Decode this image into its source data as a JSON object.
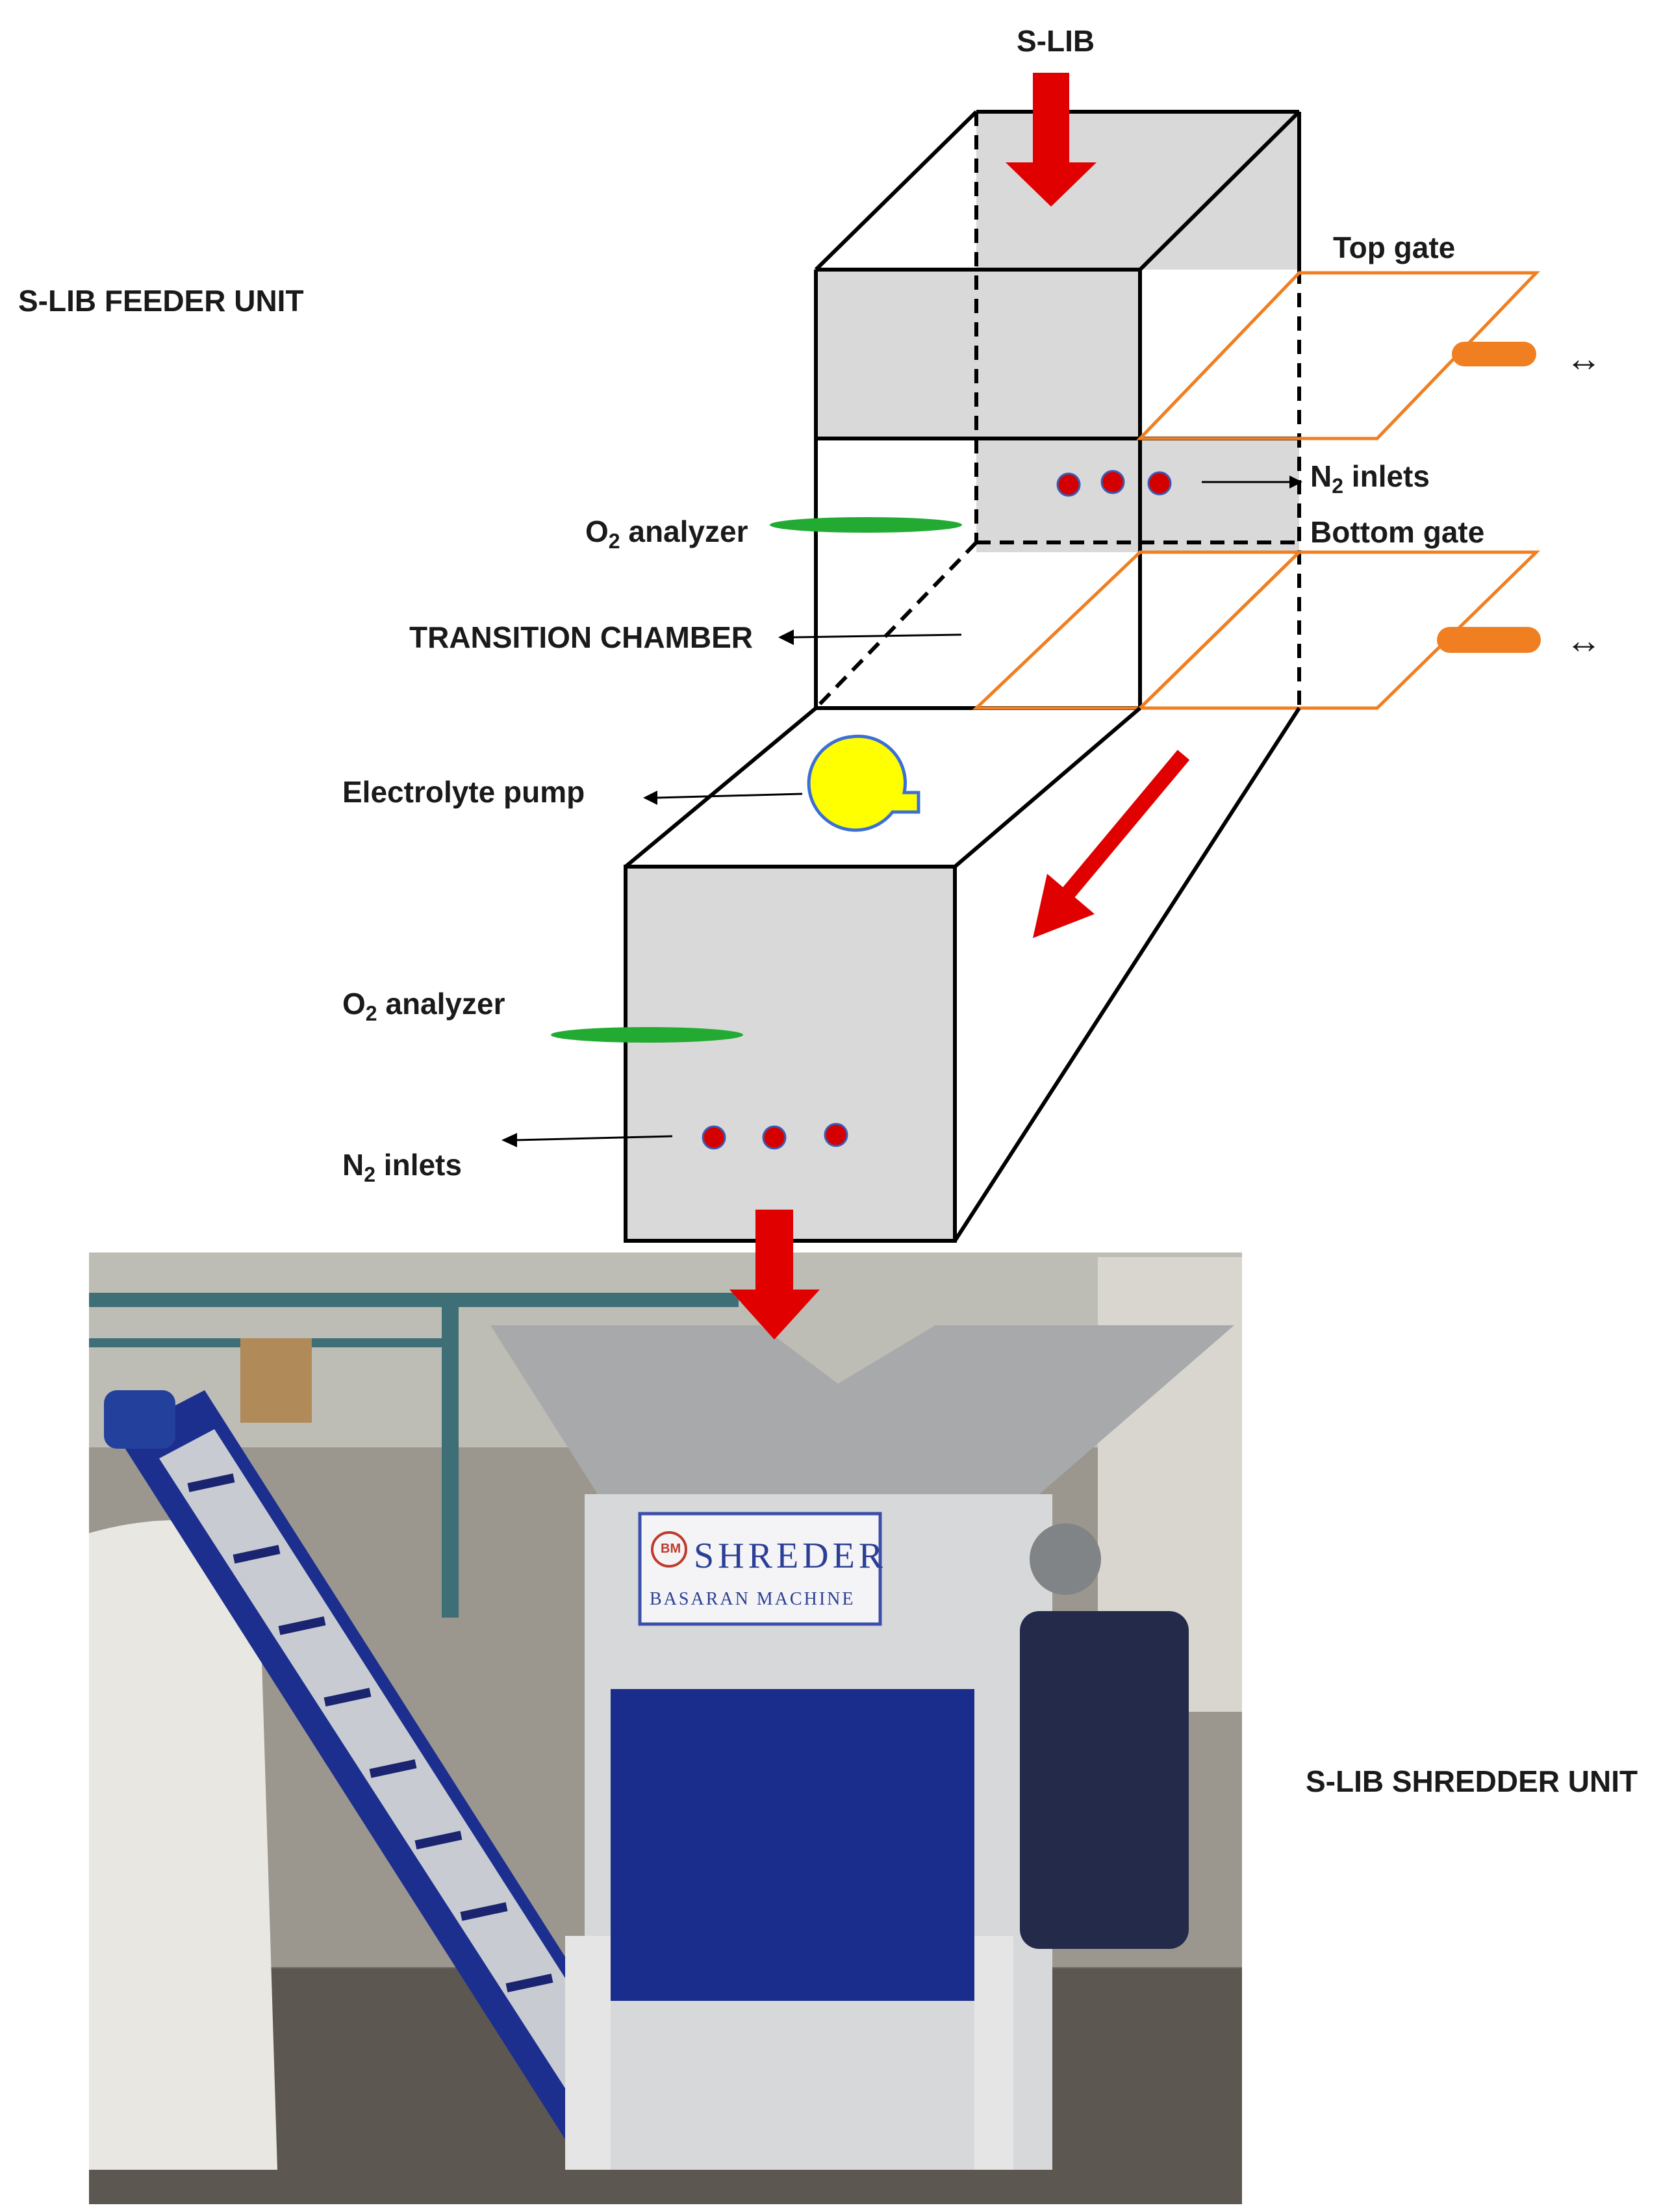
{
  "labels": {
    "feeder_unit": "S-LIB FEEDER UNIT",
    "shredder_unit": "S-LIB SHREDDER UNIT",
    "input": "S-LIB",
    "top_gate": "Top gate",
    "bottom_gate": "Bottom gate",
    "transition_chamber": "TRANSITION CHAMBER",
    "electrolyte_pump": "Electrolyte pump",
    "o2_analyzer_upper": {
      "pre": "O",
      "sub": "2",
      "post": " analyzer"
    },
    "o2_analyzer_lower": {
      "pre": "O",
      "sub": "2",
      "post": " analyzer"
    },
    "n2_inlets_upper": {
      "pre": "N",
      "sub": "2",
      "post": " inlets"
    },
    "n2_inlets_lower": {
      "pre": "N",
      "sub": "2",
      "post": " inlets"
    },
    "gate_motion_symbol": "↔"
  },
  "photo": {
    "machine_brand": "SHREDER",
    "machine_maker": "BASARAN MACHINE",
    "logo_mark": "BM"
  },
  "colors": {
    "flow_arrow": "#e00000",
    "gate_outline": "#f07f22",
    "gate_handle": "#f07f22",
    "o2_analyzer": "#22aa33",
    "n2_inlet": "#d40000",
    "pump": "#ffff00",
    "pump_outline": "#3b6fd6",
    "chamber_fill": "#d9d9d9",
    "machine_blue": "#1a2d8c"
  }
}
